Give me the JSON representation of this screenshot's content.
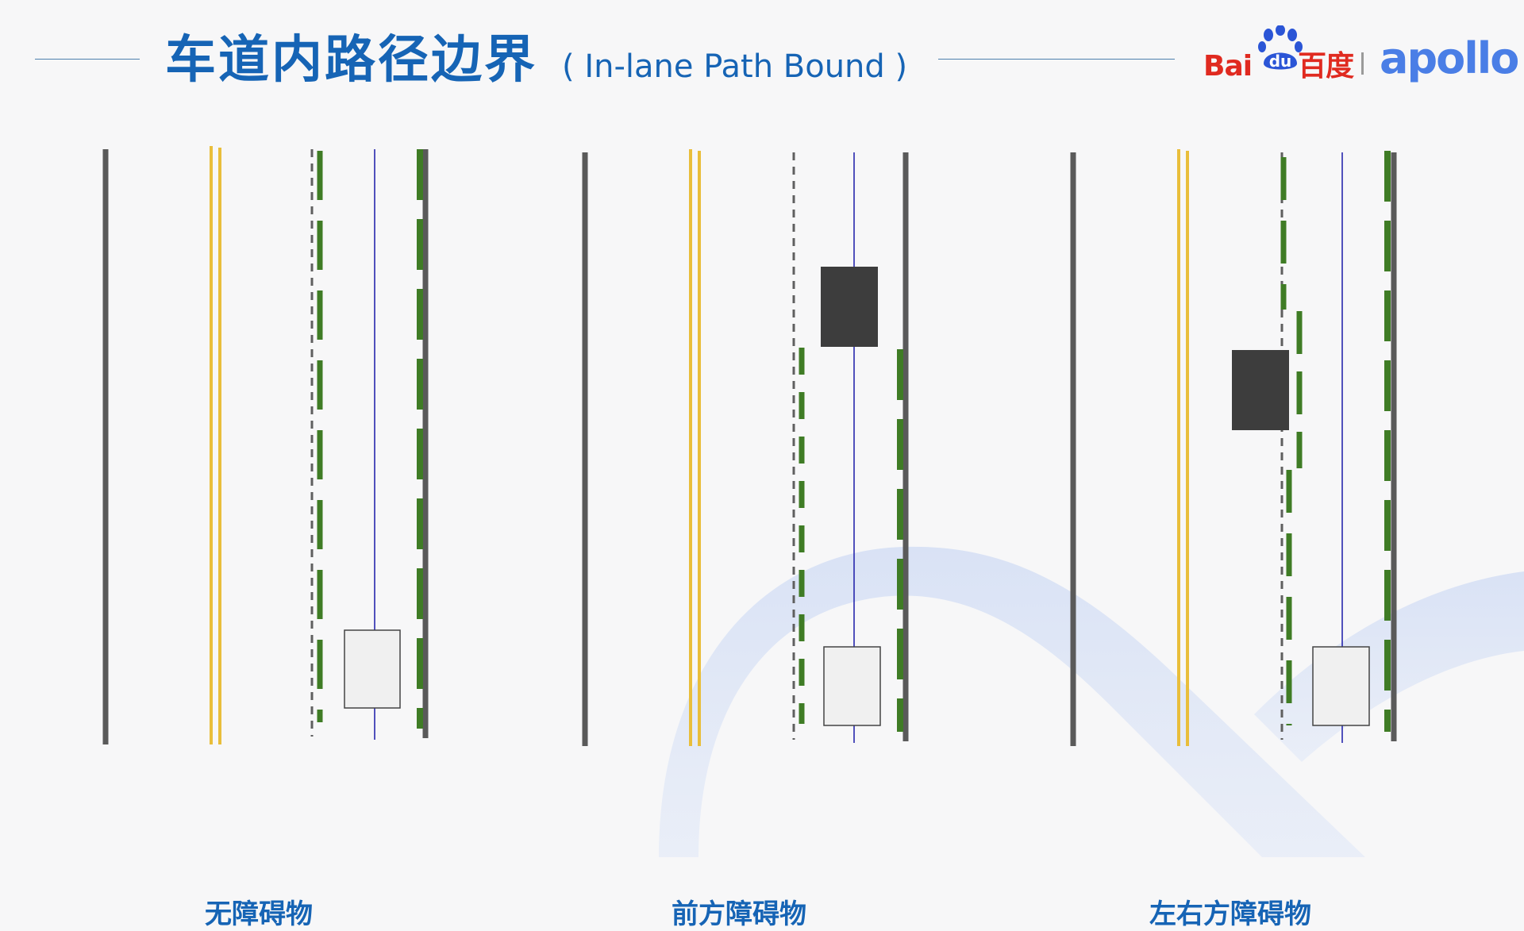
{
  "header": {
    "title": "车道内路径边界",
    "subtitle": "( In-lane Path Bound )"
  },
  "logo": {
    "baidu_text": "Bai",
    "baidu_paw_text": "du",
    "baidu_cn": "百度",
    "apollo_text": "apollo"
  },
  "panels": [
    {
      "caption": "无障碍物"
    },
    {
      "caption": "前方障碍物"
    },
    {
      "caption": "左右方障碍物"
    }
  ],
  "colors": {
    "title_blue": "#1664b5",
    "road_edge": "#5a5a5a",
    "yellow_line": "#e9be3b",
    "boundary_green": "#3f7c25",
    "obstacle": "#3d3d3d",
    "ego_vehicle": "#f0f0f0",
    "reference_line": "#1a1aa8",
    "baidu_red": "#e02a20",
    "apollo_blue": "#4a7ee6"
  }
}
